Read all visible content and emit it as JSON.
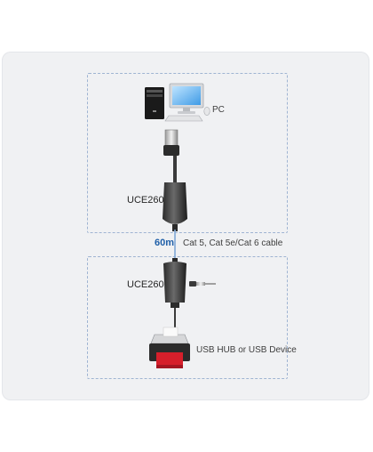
{
  "labels": {
    "pc": "PC",
    "model_top": "UCE260",
    "distance": "60m",
    "cable": "Cat 5, Cat 5e/Cat 6 cable",
    "model_bottom": "UCE260",
    "device": "USB HUB or USB Device"
  },
  "icons": [
    "pc-tower-icon",
    "monitor-icon",
    "keyboard-icon",
    "mouse-icon",
    "usb-plug-icon",
    "transmitter-dongle-icon",
    "receiver-dongle-icon",
    "power-adapter-icon",
    "printer-icon"
  ],
  "colors": {
    "zone_border": "#9fb4d2",
    "cable": "#7fa8d6",
    "distance_text": "#1f5fa8"
  }
}
